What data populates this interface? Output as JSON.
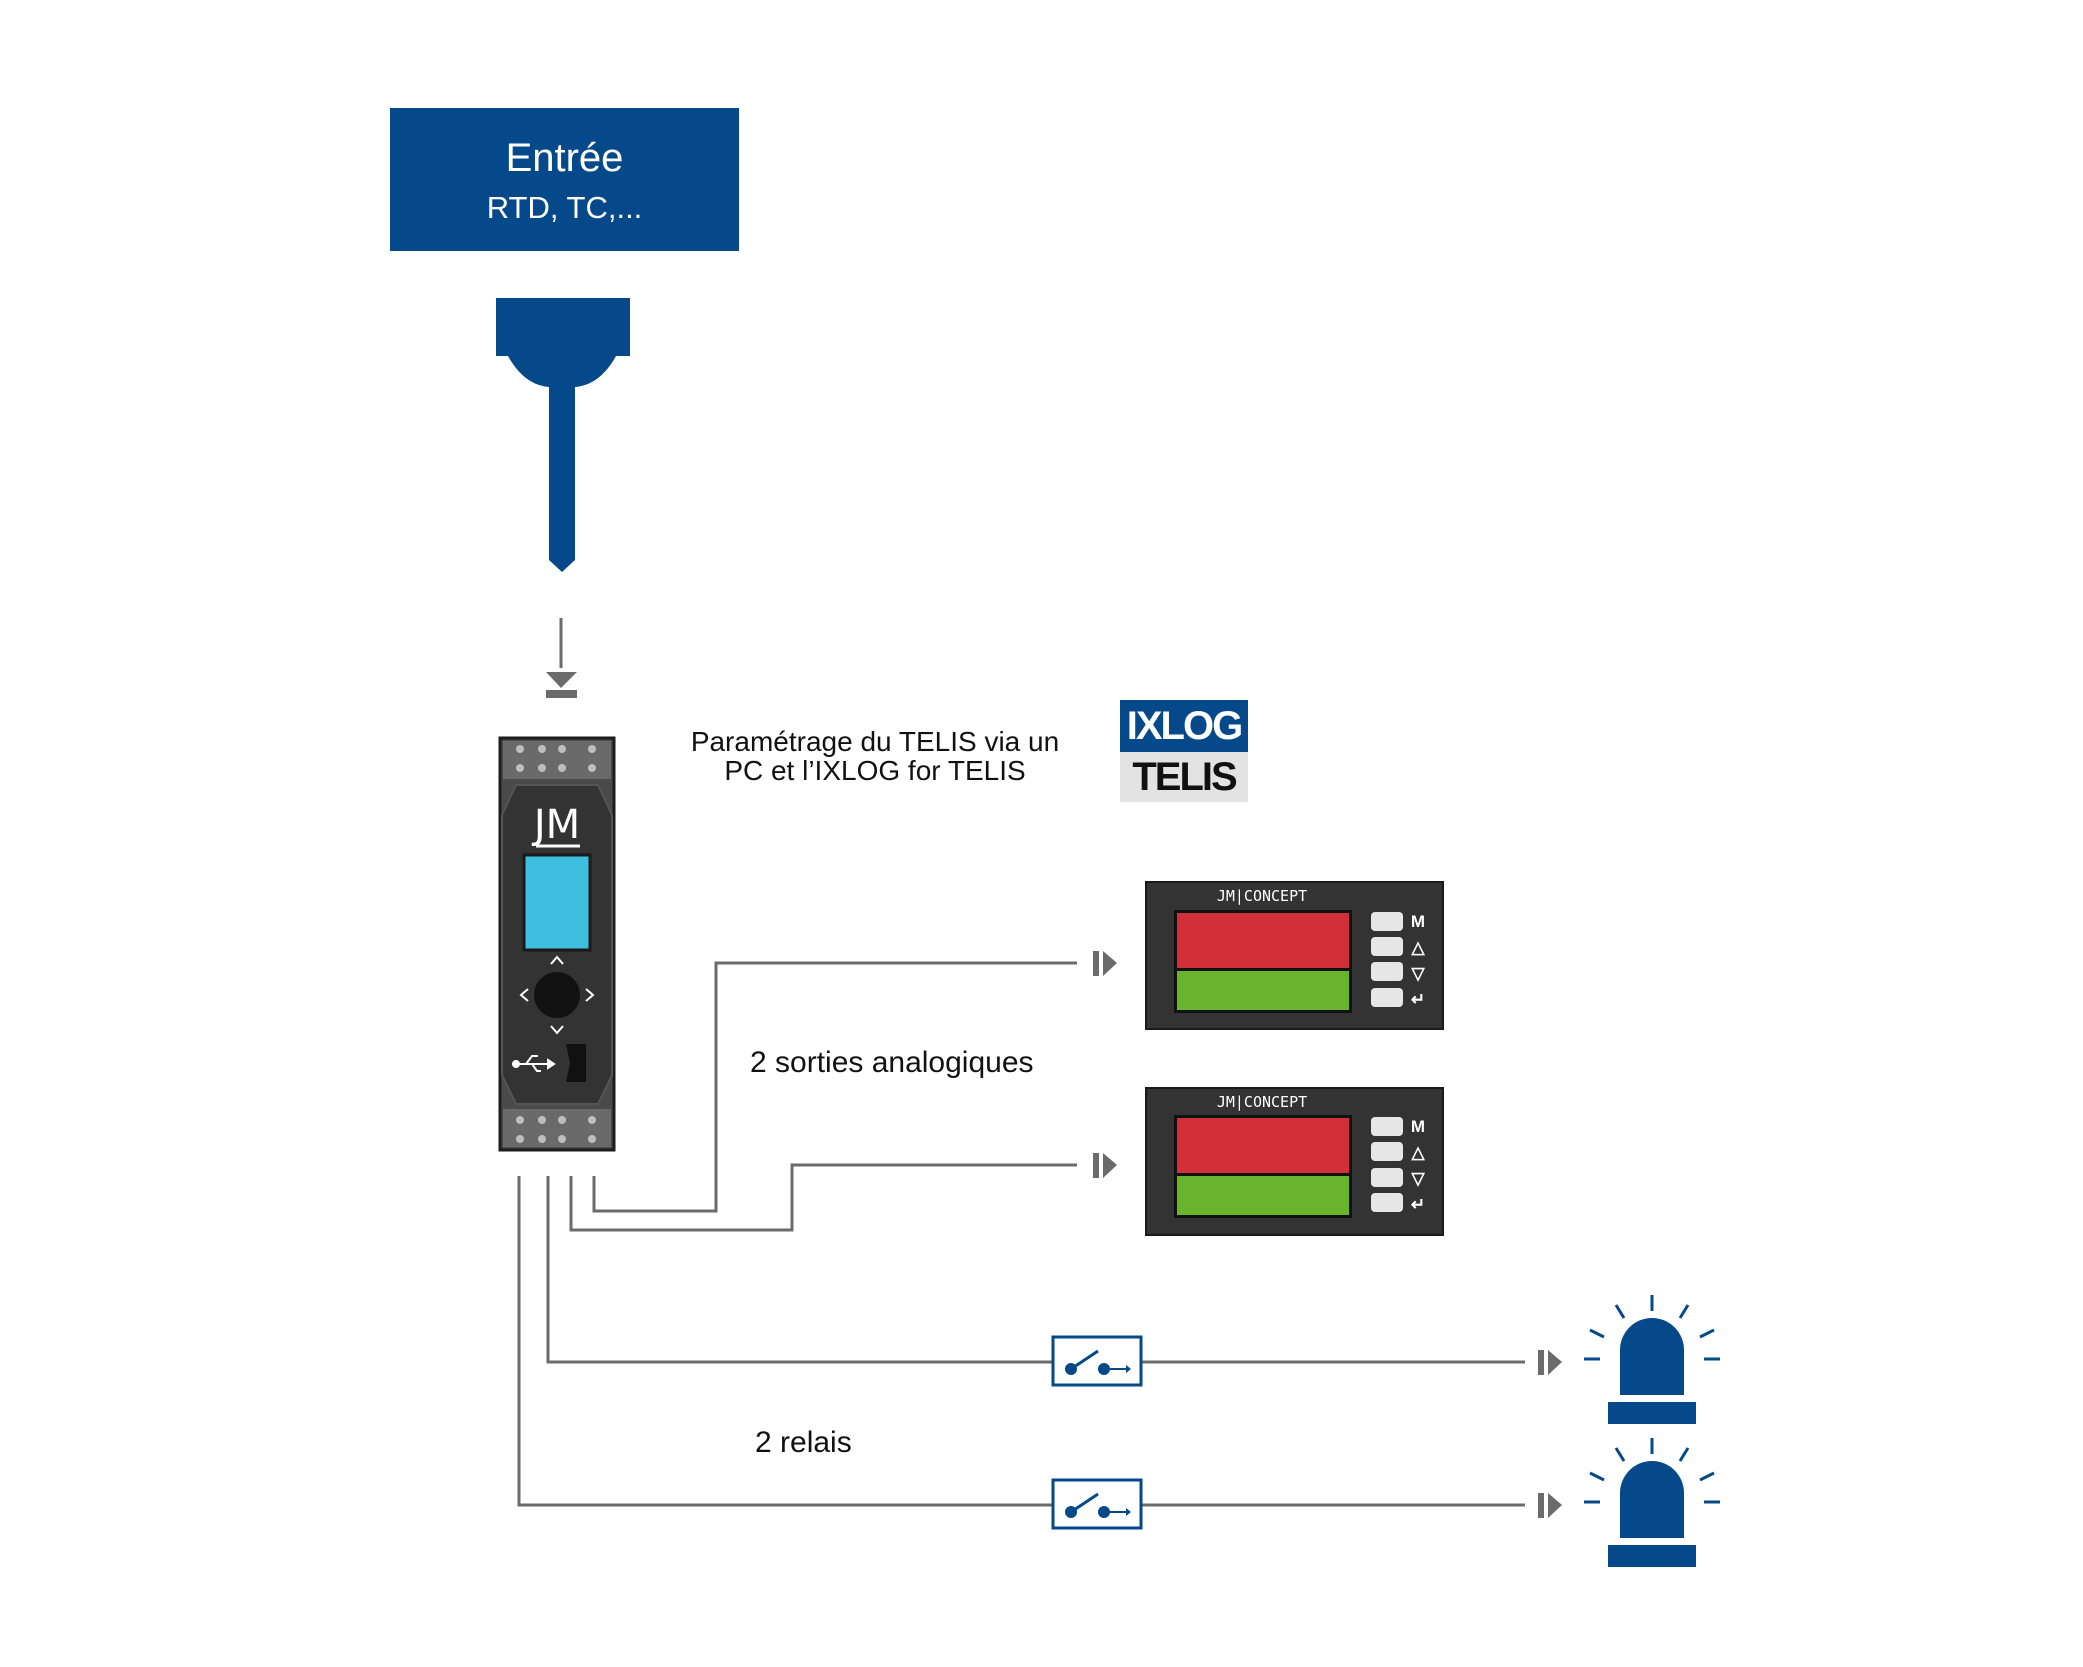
{
  "input": {
    "title": "Entrée",
    "subtitle": "RTD, TC,..."
  },
  "config": {
    "line1": "Paramétrage du TELIS via un",
    "line2": "PC et l’IXLOG for TELIS"
  },
  "software_logo": {
    "top": "IXLOG",
    "bottom": "TELIS"
  },
  "device": {
    "logo": "JM"
  },
  "analog_outputs": {
    "label": "2 sorties analogiques"
  },
  "indicator": {
    "brand": "JM|CONCEPT",
    "keys": [
      "M",
      "△",
      "▽",
      "↵"
    ]
  },
  "relays": {
    "label": "2 relais"
  },
  "colors": {
    "primary_blue": "#05498a",
    "wire_gray": "#6b6b6b",
    "screen_blue": "#3fbfe0",
    "display_red": "#d32f3a",
    "display_green": "#6ab42d",
    "device_body": "#3a3a3a"
  }
}
